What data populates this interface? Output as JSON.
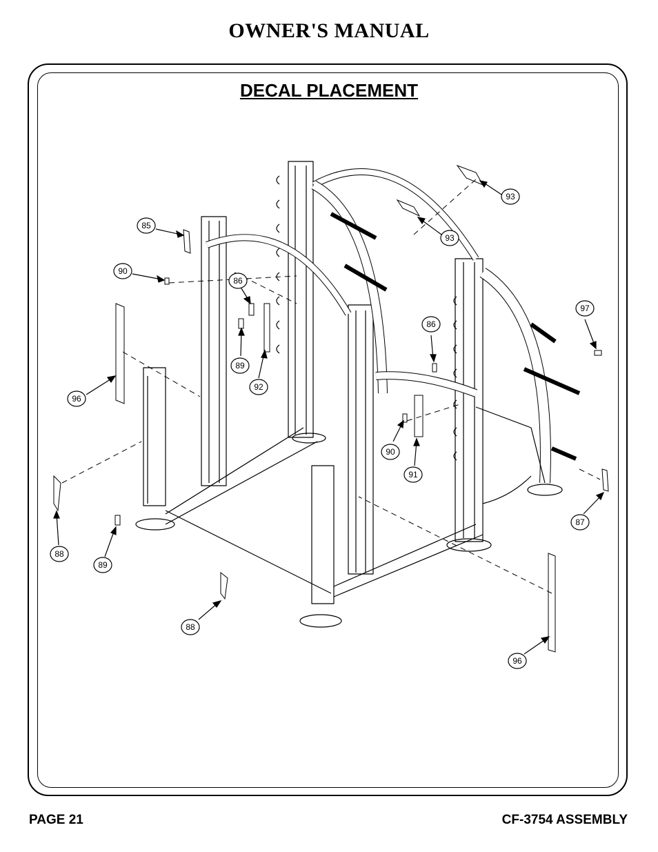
{
  "header": {
    "title": "OWNER'S MANUAL"
  },
  "section": {
    "heading": "DECAL PLACEMENT"
  },
  "footer": {
    "page": "PAGE 21",
    "model": "CF-3754 ASSEMBLY"
  },
  "callouts": [
    {
      "id": "c85a",
      "label": "85"
    },
    {
      "id": "c90a",
      "label": "90"
    },
    {
      "id": "c86a",
      "label": "86"
    },
    {
      "id": "c89a",
      "label": "89"
    },
    {
      "id": "c92",
      "label": "92"
    },
    {
      "id": "c96a",
      "label": "96"
    },
    {
      "id": "c93a",
      "label": "93"
    },
    {
      "id": "c93b",
      "label": "93"
    },
    {
      "id": "c97",
      "label": "97"
    },
    {
      "id": "c86b",
      "label": "86"
    },
    {
      "id": "c90b",
      "label": "90"
    },
    {
      "id": "c91",
      "label": "91"
    },
    {
      "id": "c87",
      "label": "87"
    },
    {
      "id": "c88a",
      "label": "88"
    },
    {
      "id": "c89b",
      "label": "89"
    },
    {
      "id": "c88b",
      "label": "88"
    },
    {
      "id": "c96b",
      "label": "96"
    }
  ]
}
